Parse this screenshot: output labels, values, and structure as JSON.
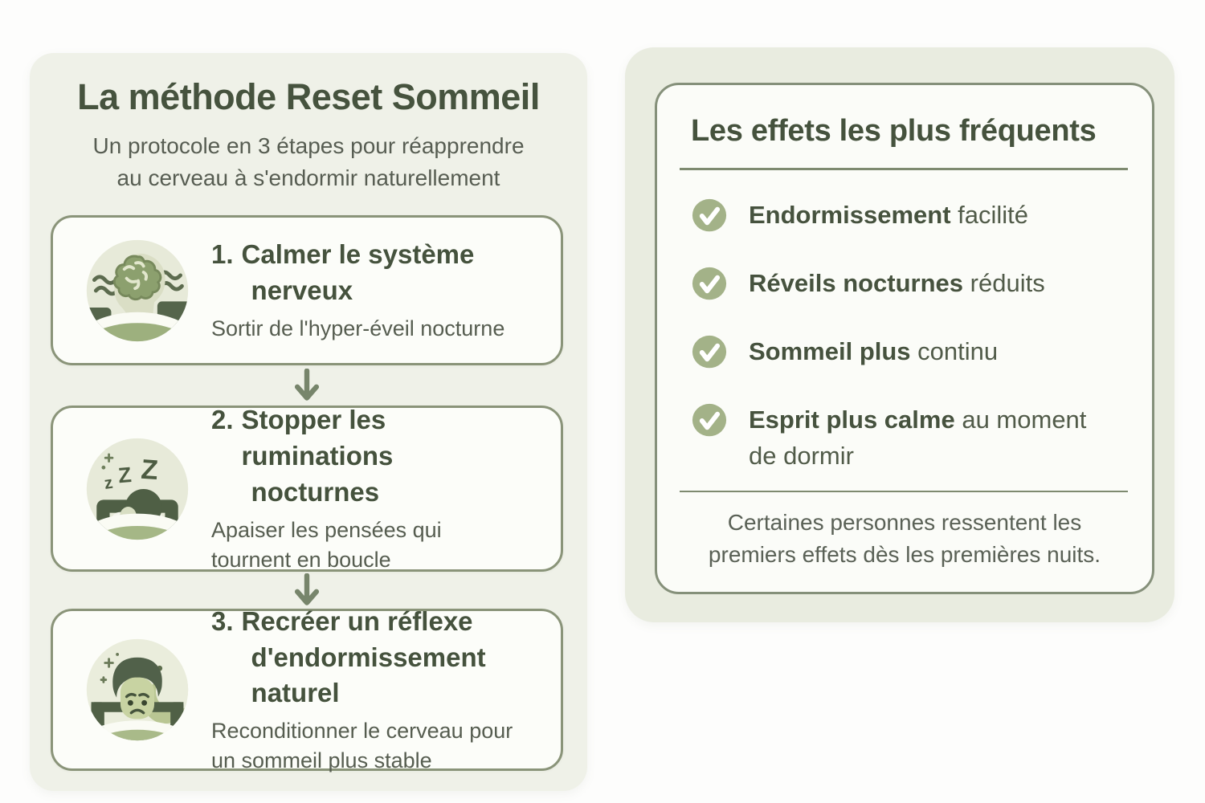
{
  "colors": {
    "page_background": "#fdfdfc",
    "panel_background": "#eff1e8",
    "card_background": "#fcfdf9",
    "card_border": "#8a9479",
    "heading_green": "#46533e",
    "body_gray_green": "#565d50",
    "check_circle_green": "#a3b288",
    "arrow_green": "#77856b"
  },
  "method": {
    "title": "La méthode Reset Sommeil",
    "subtitle_lines": [
      "Un protocole en 3 étapes pour réapprendre",
      "au cerveau à s'endormir naturellement"
    ],
    "steps": [
      {
        "number": "1.",
        "icon": "anxious-brain-in-bed-icon",
        "title_lines": [
          "Calmer le système",
          "nerveux"
        ],
        "desc_lines": [
          "Sortir de l'hyper-éveil nocturne"
        ]
      },
      {
        "number": "2.",
        "icon": "sleeping-zzz-icon",
        "title_lines": [
          "Stopper les ruminations",
          "nocturnes"
        ],
        "desc_lines": [
          "Apaiser les pensées qui",
          "tournent en boucle"
        ]
      },
      {
        "number": "3.",
        "icon": "worried-sleeper-moon-icon",
        "title_lines": [
          "Recréer un réflexe",
          "d'endormissement naturel"
        ],
        "desc_lines": [
          "Reconditionner le cerveau pour",
          "un sommeil plus stable"
        ]
      }
    ],
    "flow_arrow_icon": "down-arrow-icon"
  },
  "effects": {
    "title": "Les effets les plus fréquents",
    "check_icon": "checkmark-icon",
    "items": [
      {
        "bold": "Endormissement",
        "rest": " facilité"
      },
      {
        "bold": "Réveils nocturnes",
        "rest": " réduits"
      },
      {
        "bold": "Sommeil plus",
        "rest": " continu"
      },
      {
        "bold": "Esprit plus calme",
        "rest": " au moment de dormir"
      }
    ],
    "footnote_lines": [
      "Certaines personnes ressentent les",
      "premiers effets dès les premières nuits."
    ]
  }
}
